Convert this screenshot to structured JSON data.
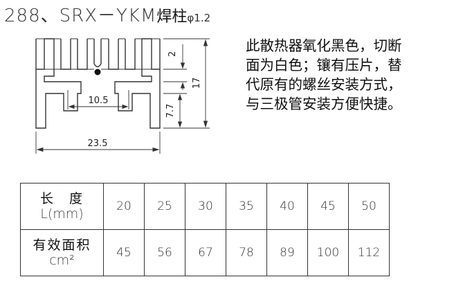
{
  "title": {
    "model": "288、SRX－YKM",
    "suffix": "焊柱",
    "pin": "φ1.2"
  },
  "description": {
    "lines": [
      "此散热器氧化黑色，切断",
      "面为白色；镶有压片，替",
      "代原有的螺丝安装方式，",
      "与三极管安装方便快捷。"
    ]
  },
  "drawing": {
    "dim_width_total": "23.5",
    "dim_inner_width": "10.5",
    "dim_height_total": "17",
    "dim_fin_gap": "2",
    "dim_lower_height": "7.7"
  },
  "table": {
    "row1_header_cn": "长　度",
    "row1_header_unit": "L(mm)",
    "row2_header_cn": "有效面积",
    "row2_header_unit": "cm²",
    "lengths": [
      "20",
      "25",
      "30",
      "35",
      "40",
      "45",
      "50"
    ],
    "areas": [
      "45",
      "56",
      "67",
      "78",
      "89",
      "100",
      "112"
    ]
  }
}
